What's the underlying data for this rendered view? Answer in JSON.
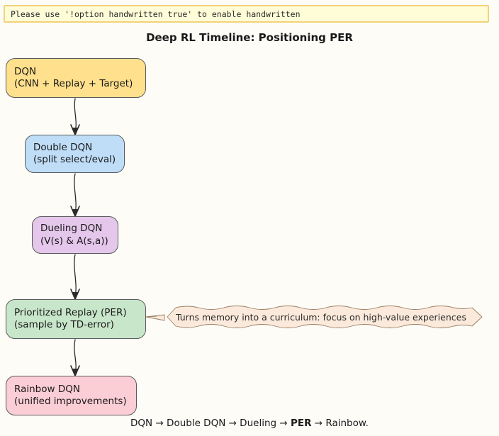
{
  "notice": {
    "text": "Please use '!option handwritten true' to enable handwritten",
    "background": "#fffcd8",
    "border_color": "#f3d27a"
  },
  "title": "Deep RL Timeline: Positioning PER",
  "page": {
    "background": "#fdfcf7"
  },
  "diagram": {
    "type": "flowchart",
    "direction": "top-to-bottom",
    "nodes": [
      {
        "id": "dqn",
        "line1": "DQN",
        "line2": "(CNN + Replay + Target)",
        "fill": "#ffe08c",
        "stroke": "#5b5b5b"
      },
      {
        "id": "double",
        "line1": "Double DQN",
        "line2": "(split select/eval)",
        "fill": "#bfddf7",
        "stroke": "#5b5b5b"
      },
      {
        "id": "dueling",
        "line1": "Dueling DQN",
        "line2": "(V(s) & A(s,a))",
        "fill": "#e4c7eb",
        "stroke": "#5b5b5b"
      },
      {
        "id": "per",
        "line1": "Prioritized Replay (PER)",
        "line2": "(sample by TD-error)",
        "fill": "#c8e6c9",
        "stroke": "#5b5b5b"
      },
      {
        "id": "rainbow",
        "line1": "Rainbow DQN",
        "line2": "(unified improvements)",
        "fill": "#fbcdd4",
        "stroke": "#5b5b5b"
      }
    ],
    "edges": [
      {
        "from": "dqn",
        "to": "double",
        "arrow": "down"
      },
      {
        "from": "double",
        "to": "dueling",
        "arrow": "down"
      },
      {
        "from": "dueling",
        "to": "per",
        "arrow": "down"
      },
      {
        "from": "per",
        "to": "rainbow",
        "arrow": "down"
      }
    ],
    "callout": {
      "attached_to": "per",
      "text": "Turns memory into a curriculum: focus on high-value experiences",
      "fill": "#fbeadb",
      "stroke": "#9a7d62"
    }
  },
  "footer": {
    "part1": "DQN → Double DQN → Dueling → ",
    "emphasis": "PER",
    "part2": " → Rainbow."
  }
}
